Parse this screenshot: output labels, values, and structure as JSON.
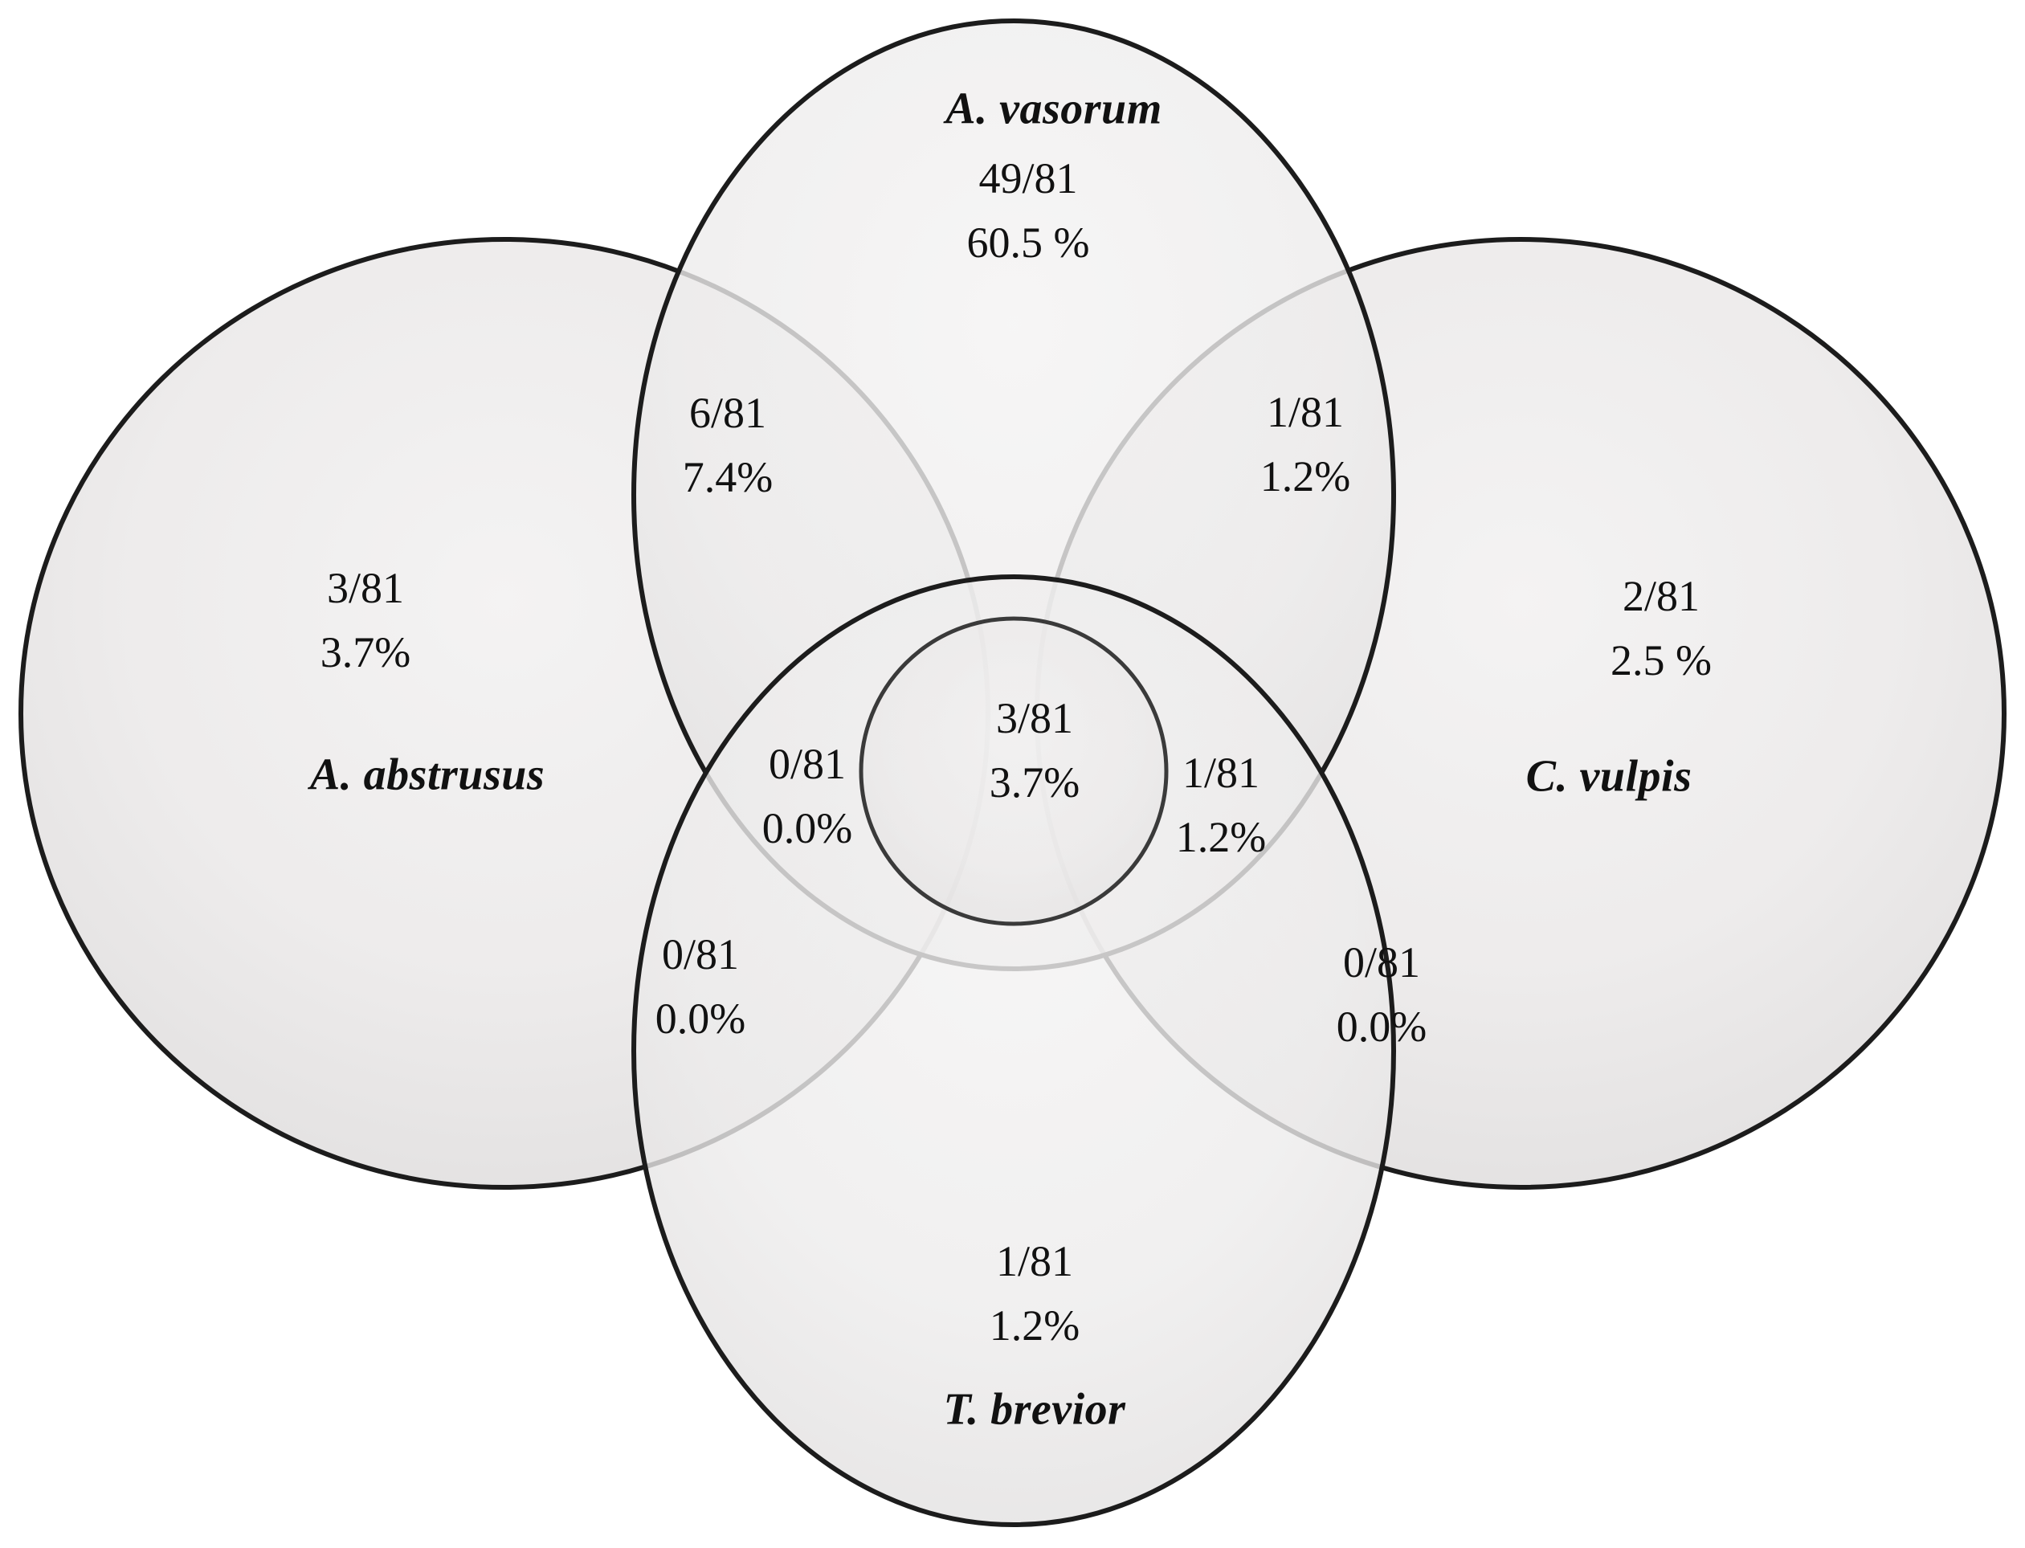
{
  "figure": {
    "kind": "venn-diagram",
    "total_denominator": "81",
    "background_color": "#ffffff",
    "outline_color": "#1a1a1a",
    "fill_color": "#e9e8e8"
  },
  "sets": [
    {
      "key": "a_abstrusus",
      "name": "A. abstrusus",
      "position": "left",
      "fraction": "3/81",
      "percent": "3.7%"
    },
    {
      "key": "a_vasorum",
      "name": "A. vasorum",
      "position": "top",
      "fraction": "49/81",
      "percent": "60.5 %"
    },
    {
      "key": "c_vulpis",
      "name": "C. vulpis",
      "position": "right",
      "fraction": "2/81",
      "percent": "2.5 %"
    },
    {
      "key": "t_brevior",
      "name": "T. brevior",
      "position": "bottom",
      "fraction": "1/81",
      "percent": "1.2%"
    }
  ],
  "intersections": [
    {
      "key": "abstrusus_vasorum",
      "label": "A. abstrusus AND A. vasorum",
      "fraction": "6/81",
      "percent": "7.4%"
    },
    {
      "key": "vasorum_vulpis",
      "label": "A. vasorum AND C. vulpis",
      "fraction": "1/81",
      "percent": "1.2%"
    },
    {
      "key": "abstrusus_center",
      "label": "A. abstrusus AND center",
      "fraction": "0/81",
      "percent": "0.0%"
    },
    {
      "key": "center_core",
      "label": "center core",
      "fraction": "3/81",
      "percent": "3.7%"
    },
    {
      "key": "center_vulpis",
      "label": "center AND C. vulpis",
      "fraction": "1/81",
      "percent": "1.2%"
    },
    {
      "key": "abstrusus_brevior",
      "label": "A. abstrusus AND T. brevior",
      "fraction": "0/81",
      "percent": "0.0%"
    },
    {
      "key": "vulpis_brevior",
      "label": "C. vulpis AND T. brevior",
      "fraction": "0/81",
      "percent": "0.0%"
    }
  ],
  "chart_data": {
    "type": "venn",
    "title": "",
    "denominator": 81,
    "regions": [
      {
        "id": "A. abstrusus only",
        "count": 3,
        "fraction": "3/81",
        "percent": 3.7
      },
      {
        "id": "A. vasorum only",
        "count": 49,
        "fraction": "49/81",
        "percent": 60.5
      },
      {
        "id": "C. vulpis only",
        "count": 2,
        "fraction": "2/81",
        "percent": 2.5
      },
      {
        "id": "T. brevior only",
        "count": 1,
        "fraction": "1/81",
        "percent": 1.2
      },
      {
        "id": "A. abstrusus & A. vasorum",
        "count": 6,
        "fraction": "6/81",
        "percent": 7.4
      },
      {
        "id": "A. vasorum & C. vulpis",
        "count": 1,
        "fraction": "1/81",
        "percent": 1.2
      },
      {
        "id": "A. abstrusus & center",
        "count": 0,
        "fraction": "0/81",
        "percent": 0.0
      },
      {
        "id": "center core",
        "count": 3,
        "fraction": "3/81",
        "percent": 3.7
      },
      {
        "id": "center & C. vulpis",
        "count": 1,
        "fraction": "1/81",
        "percent": 1.2
      },
      {
        "id": "A. abstrusus & T. brevior",
        "count": 0,
        "fraction": "0/81",
        "percent": 0.0
      },
      {
        "id": "C. vulpis & T. brevior",
        "count": 0,
        "fraction": "0/81",
        "percent": 0.0
      }
    ],
    "set_labels": [
      "A. abstrusus",
      "A. vasorum",
      "C. vulpis",
      "T. brevior"
    ],
    "legend": "none",
    "grid": false
  }
}
